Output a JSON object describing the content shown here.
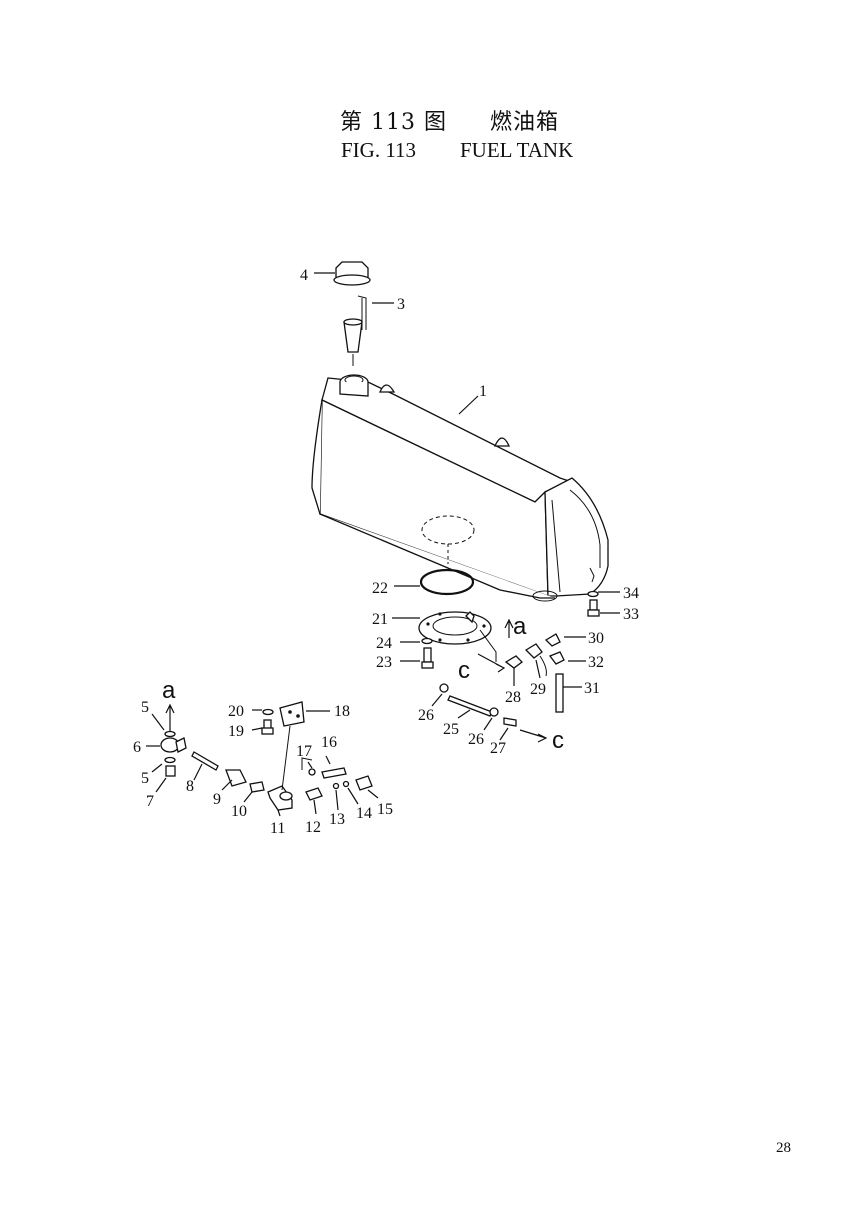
{
  "title": {
    "cn_fig": "第 113 图",
    "cn_name": "燃油箱",
    "en_fig": "FIG. 113",
    "en_name": "FUEL TANK"
  },
  "page_number": "28",
  "callouts": [
    "1",
    "3",
    "4",
    "5",
    "5",
    "6",
    "7",
    "8",
    "9",
    "10",
    "11",
    "12",
    "13",
    "14",
    "15",
    "16",
    "17",
    "18",
    "19",
    "20",
    "21",
    "22",
    "23",
    "24",
    "25",
    "26",
    "26",
    "27",
    "28",
    "29",
    "30",
    "31",
    "32",
    "33",
    "34"
  ],
  "view_markers": [
    "a",
    "a",
    "c",
    "c"
  ]
}
